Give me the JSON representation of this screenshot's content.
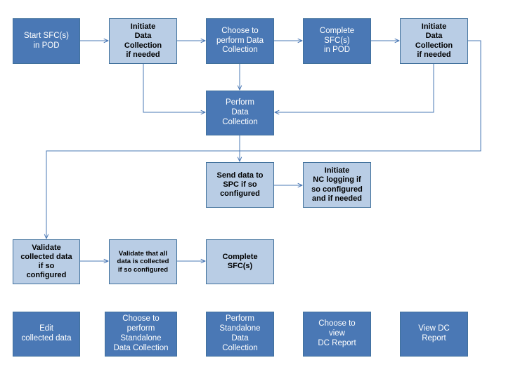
{
  "boxes": {
    "start_sfc": "Start SFC(s)\nin POD",
    "initiate_dc_1": "Initiate\nData\nCollection\nif needed",
    "choose_dc": "Choose to\nperform Data\nCollection",
    "complete_sfc_pod": "Complete\nSFC(s)\nin POD",
    "initiate_dc_2": "Initiate\nData\nCollection\nif needed",
    "perform_dc": "Perform\nData\nCollection",
    "send_spc": "Send data to\nSPC if so\nconfigured",
    "initiate_nc": "Initiate\nNC logging if\nso configured\nand if needed",
    "validate_collected": "Validate\ncollected data\nif so\nconfigured",
    "validate_all": "Validate that all\ndata is collected\nif so configured",
    "complete_sfc": "Complete\nSFC(s)",
    "edit_collected": "Edit\ncollected data",
    "choose_standalone": "Choose to\nperform\nStandalone\nData Collection",
    "perform_standalone": "Perform\nStandalone\nData\nCollection",
    "choose_report": "Choose to\nview\nDC Report",
    "view_report": "View DC\nReport"
  },
  "colors": {
    "dark_fill": "#4a78b5",
    "light_fill": "#b9cde5",
    "border": "#41719c",
    "connector": "#4a78b5"
  }
}
